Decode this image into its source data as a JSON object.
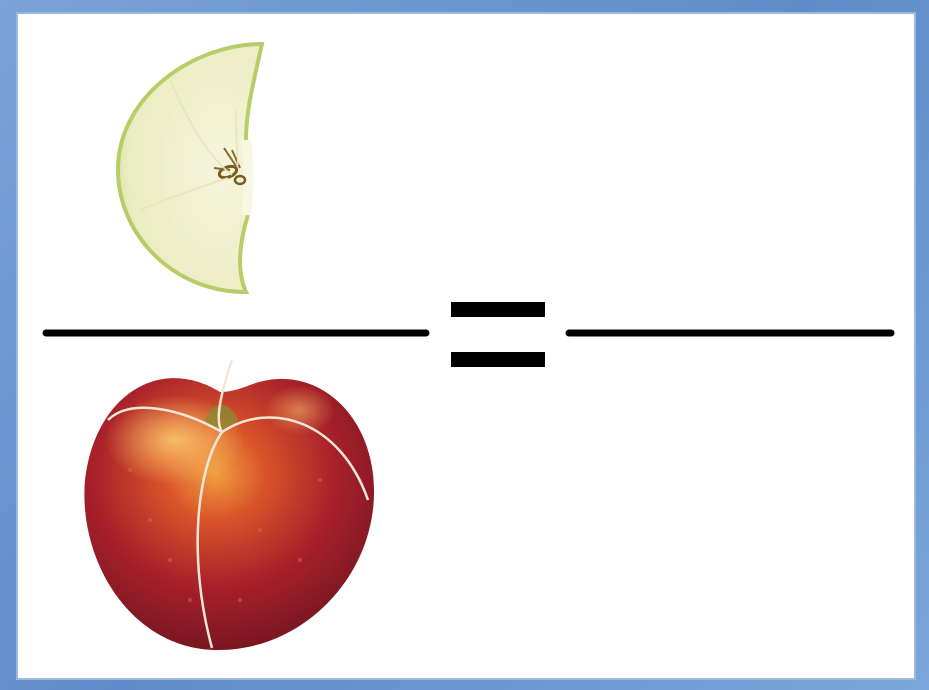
{
  "figure": {
    "numerator_image": "half-apple-slice",
    "denominator_image": "whole-red-apple-with-quarter-lines",
    "operator": "equals",
    "answer_blank": ""
  },
  "colors": {
    "frame_blue": "#6a95cf",
    "line_black": "#000000",
    "apple_slice_flesh": "#eef0c8",
    "apple_slice_skin": "#b9cf6a",
    "apple_red": "#a8202a"
  }
}
